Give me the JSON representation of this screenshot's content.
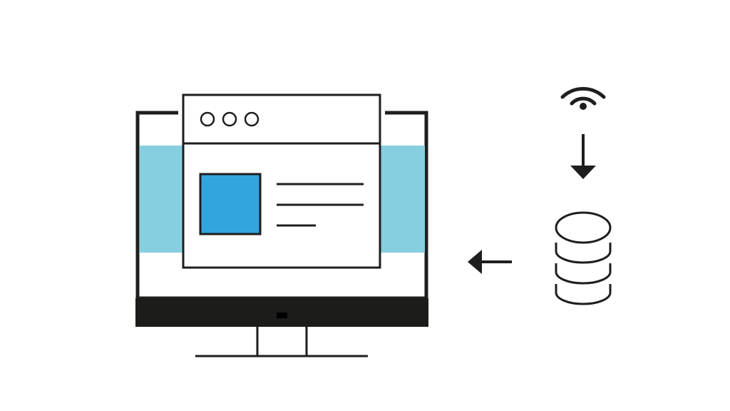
{
  "colors": {
    "background": "#ffffff",
    "stroke": "#1e1e1e",
    "monitor_bezel": "#1c1c1a",
    "side_panels": "#86cfe0",
    "image_placeholder": "#33a5de",
    "window_fill": "#ffffff"
  },
  "icons": {
    "monitor": "desktop-monitor-icon",
    "browser_window": "browser-window-icon",
    "wifi": "wifi-icon",
    "database": "database-icon",
    "arrow_down": "arrow-down-icon",
    "arrow_left": "arrow-left-icon"
  },
  "browser_window": {
    "window_dots": 3,
    "text_lines": 3
  },
  "database": {
    "stacked_layers": 3
  }
}
